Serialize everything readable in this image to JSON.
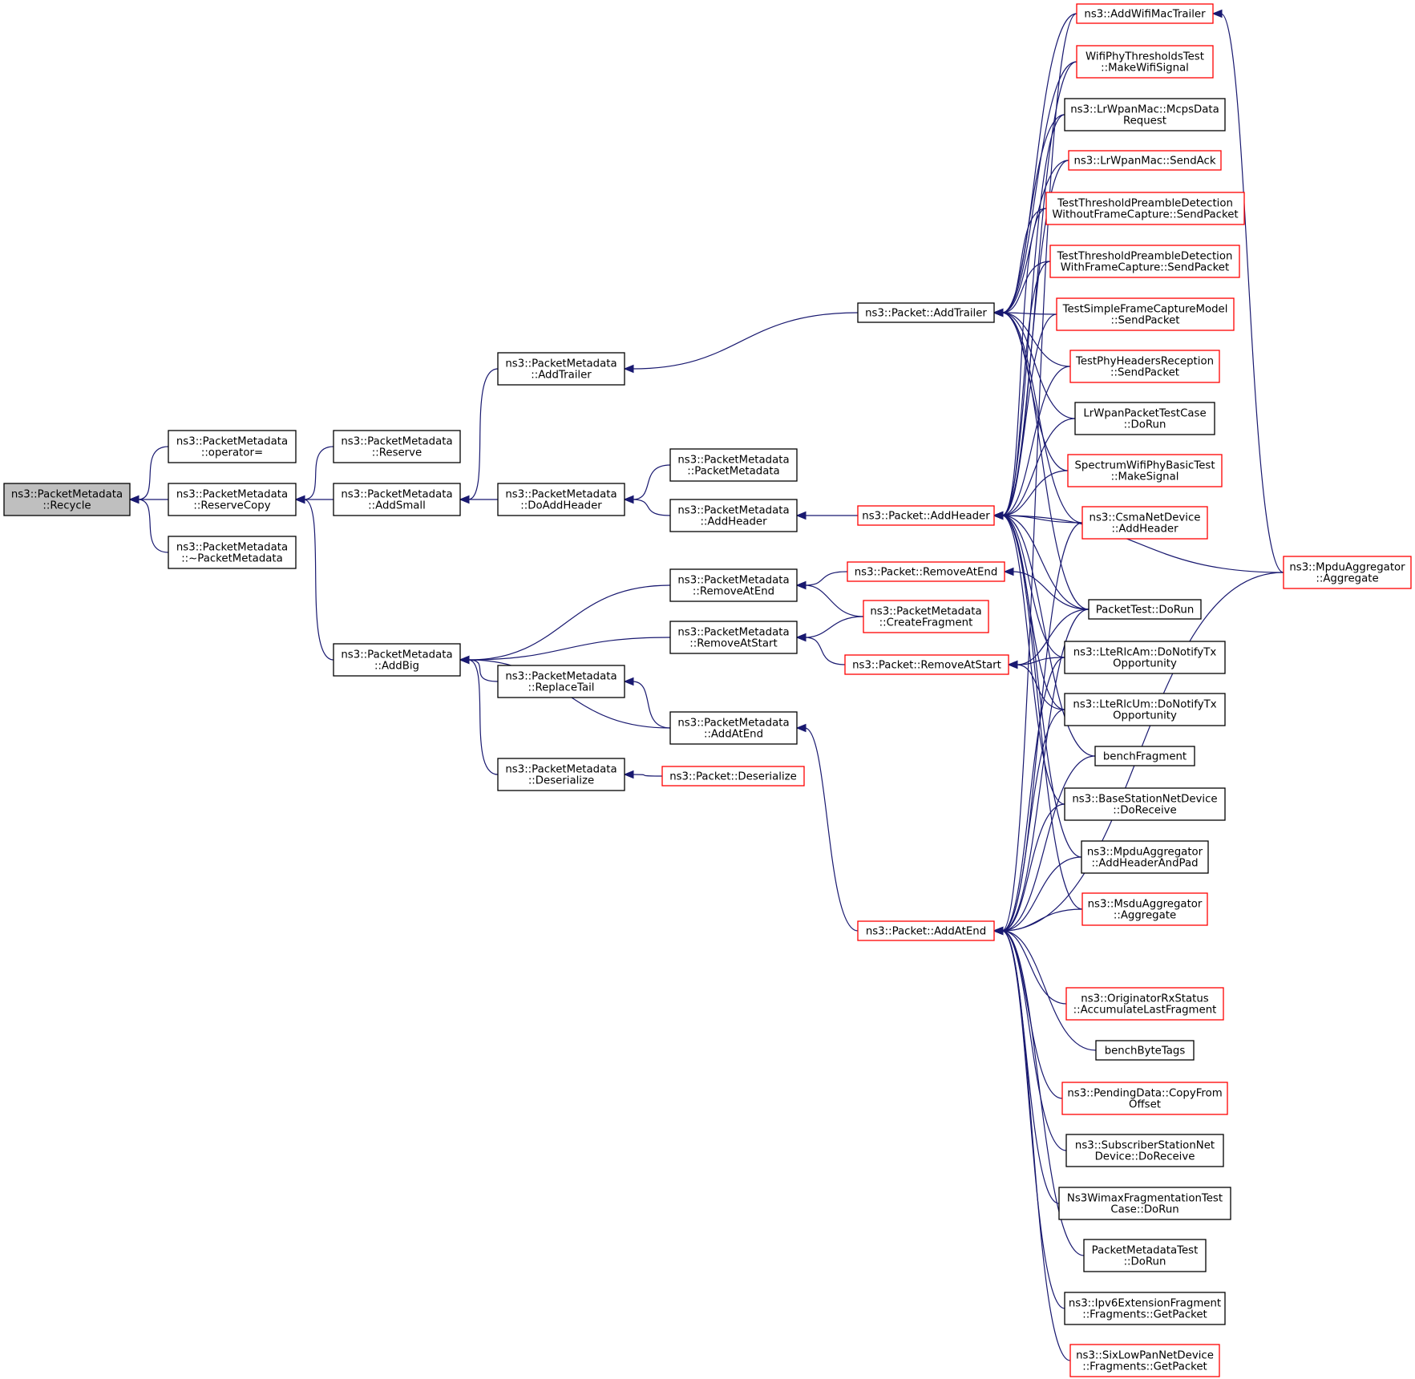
{
  "graph": {
    "colors": {
      "edge": "#191970",
      "highlight_border": "#ff0000",
      "normal_border": "#000000",
      "root_fill": "#bfbfbf"
    },
    "nodes": [
      {
        "id": "recycle",
        "lines": [
          "ns3::PacketMetadata",
          "::Recycle"
        ],
        "style": "root"
      },
      {
        "id": "operator_eq",
        "lines": [
          "ns3::PacketMetadata",
          "::operator="
        ],
        "style": "normal"
      },
      {
        "id": "reservecopy",
        "lines": [
          "ns3::PacketMetadata",
          "::ReserveCopy"
        ],
        "style": "normal"
      },
      {
        "id": "dtor",
        "lines": [
          "ns3::PacketMetadata",
          "::~PacketMetadata"
        ],
        "style": "normal"
      },
      {
        "id": "reserve",
        "lines": [
          "ns3::PacketMetadata",
          "::Reserve"
        ],
        "style": "normal"
      },
      {
        "id": "addsmall",
        "lines": [
          "ns3::PacketMetadata",
          "::AddSmall"
        ],
        "style": "normal"
      },
      {
        "id": "addbig",
        "lines": [
          "ns3::PacketMetadata",
          "::AddBig"
        ],
        "style": "normal"
      },
      {
        "id": "pm_addtrailer",
        "lines": [
          "ns3::PacketMetadata",
          "::AddTrailer"
        ],
        "style": "normal"
      },
      {
        "id": "doaddheader",
        "lines": [
          "ns3::PacketMetadata",
          "::DoAddHeader"
        ],
        "style": "normal"
      },
      {
        "id": "replacetail",
        "lines": [
          "ns3::PacketMetadata",
          "::ReplaceTail"
        ],
        "style": "normal"
      },
      {
        "id": "pm_deserialize",
        "lines": [
          "ns3::PacketMetadata",
          "::Deserialize"
        ],
        "style": "normal"
      },
      {
        "id": "pm_ctor",
        "lines": [
          "ns3::PacketMetadata",
          "::PacketMetadata"
        ],
        "style": "normal"
      },
      {
        "id": "pm_addheader",
        "lines": [
          "ns3::PacketMetadata",
          "::AddHeader"
        ],
        "style": "normal"
      },
      {
        "id": "pm_removeatend",
        "lines": [
          "ns3::PacketMetadata",
          "::RemoveAtEnd"
        ],
        "style": "normal"
      },
      {
        "id": "pm_removeatstart",
        "lines": [
          "ns3::PacketMetadata",
          "::RemoveAtStart"
        ],
        "style": "normal"
      },
      {
        "id": "pm_addatend",
        "lines": [
          "ns3::PacketMetadata",
          "::AddAtEnd"
        ],
        "style": "normal"
      },
      {
        "id": "p_deserialize",
        "lines": [
          "ns3::Packet::Deserialize"
        ],
        "style": "red"
      },
      {
        "id": "p_addtrailer",
        "lines": [
          "ns3::Packet::AddTrailer"
        ],
        "style": "normal"
      },
      {
        "id": "p_addheader",
        "lines": [
          "ns3::Packet::AddHeader"
        ],
        "style": "red"
      },
      {
        "id": "p_removeatend",
        "lines": [
          "ns3::Packet::RemoveAtEnd"
        ],
        "style": "red"
      },
      {
        "id": "pm_createfragment",
        "lines": [
          "ns3::PacketMetadata",
          "::CreateFragment"
        ],
        "style": "red"
      },
      {
        "id": "p_removeatstart",
        "lines": [
          "ns3::Packet::RemoveAtStart"
        ],
        "style": "red"
      },
      {
        "id": "p_addatend",
        "lines": [
          "ns3::Packet::AddAtEnd"
        ],
        "style": "red"
      },
      {
        "id": "addwifimactrailer",
        "lines": [
          "ns3::AddWifiMacTrailer"
        ],
        "style": "red"
      },
      {
        "id": "wifithreshtest",
        "lines": [
          "WifiPhyThresholdsTest",
          "::MakeWifiSignal"
        ],
        "style": "red"
      },
      {
        "id": "mcpsdatarequest",
        "lines": [
          "ns3::LrWpanMac::McpsData",
          "Request"
        ],
        "style": "normal"
      },
      {
        "id": "sendack",
        "lines": [
          "ns3::LrWpanMac::SendAck"
        ],
        "style": "red"
      },
      {
        "id": "ttpd_without",
        "lines": [
          "TestThresholdPreambleDetection",
          "WithoutFrameCapture::SendPacket"
        ],
        "style": "red"
      },
      {
        "id": "ttpd_with",
        "lines": [
          "TestThresholdPreambleDetection",
          "WithFrameCapture::SendPacket"
        ],
        "style": "red"
      },
      {
        "id": "tsfcm",
        "lines": [
          "TestSimpleFrameCaptureModel",
          "::SendPacket"
        ],
        "style": "red"
      },
      {
        "id": "tphr",
        "lines": [
          "TestPhyHeadersReception",
          "::SendPacket"
        ],
        "style": "red"
      },
      {
        "id": "lrwpantest",
        "lines": [
          "LrWpanPacketTestCase",
          "::DoRun"
        ],
        "style": "normal"
      },
      {
        "id": "swpbt",
        "lines": [
          "SpectrumWifiPhyBasicTest",
          "::MakeSignal"
        ],
        "style": "red"
      },
      {
        "id": "csma_addheader",
        "lines": [
          "ns3::CsmaNetDevice",
          "::AddHeader"
        ],
        "style": "red"
      },
      {
        "id": "packettest",
        "lines": [
          "PacketTest::DoRun"
        ],
        "style": "normal"
      },
      {
        "id": "lterlcam",
        "lines": [
          "ns3::LteRlcAm::DoNotifyTx",
          "Opportunity"
        ],
        "style": "normal"
      },
      {
        "id": "lterlcum",
        "lines": [
          "ns3::LteRlcUm::DoNotifyTx",
          "Opportunity"
        ],
        "style": "normal"
      },
      {
        "id": "benchfragment",
        "lines": [
          "benchFragment"
        ],
        "style": "normal"
      },
      {
        "id": "bsnd_doreceive",
        "lines": [
          "ns3::BaseStationNetDevice",
          "::DoReceive"
        ],
        "style": "normal"
      },
      {
        "id": "mpdu_addheaderandpad",
        "lines": [
          "ns3::MpduAggregator",
          "::AddHeaderAndPad"
        ],
        "style": "normal"
      },
      {
        "id": "msdu_aggregate",
        "lines": [
          "ns3::MsduAggregator",
          "::Aggregate"
        ],
        "style": "red"
      },
      {
        "id": "orx_accumulate",
        "lines": [
          "ns3::OriginatorRxStatus",
          "::AccumulateLastFragment"
        ],
        "style": "red"
      },
      {
        "id": "benchbytetags",
        "lines": [
          "benchByteTags"
        ],
        "style": "normal"
      },
      {
        "id": "pendingdata",
        "lines": [
          "ns3::PendingData::CopyFrom",
          "Offset"
        ],
        "style": "red"
      },
      {
        "id": "ssnd_doreceive",
        "lines": [
          "ns3::SubscriberStationNet",
          "Device::DoReceive"
        ],
        "style": "normal"
      },
      {
        "id": "wimaxfragtest",
        "lines": [
          "Ns3WimaxFragmentationTest",
          "Case::DoRun"
        ],
        "style": "normal"
      },
      {
        "id": "pmtest",
        "lines": [
          "PacketMetadataTest",
          "::DoRun"
        ],
        "style": "normal"
      },
      {
        "id": "ipv6frag",
        "lines": [
          "ns3::Ipv6ExtensionFragment",
          "::Fragments::GetPacket"
        ],
        "style": "normal"
      },
      {
        "id": "sixlowpan",
        "lines": [
          "ns3::SixLowPanNetDevice",
          "::Fragments::GetPacket"
        ],
        "style": "red"
      },
      {
        "id": "mpdu_aggregate",
        "lines": [
          "ns3::MpduAggregator",
          "::Aggregate"
        ],
        "style": "red"
      }
    ],
    "edges": [
      [
        "recycle",
        "operator_eq"
      ],
      [
        "recycle",
        "reservecopy"
      ],
      [
        "recycle",
        "dtor"
      ],
      [
        "reservecopy",
        "reserve"
      ],
      [
        "reservecopy",
        "addsmall"
      ],
      [
        "reservecopy",
        "addbig"
      ],
      [
        "addsmall",
        "pm_addtrailer"
      ],
      [
        "addsmall",
        "doaddheader"
      ],
      [
        "addbig",
        "pm_removeatend"
      ],
      [
        "addbig",
        "pm_removeatstart"
      ],
      [
        "addbig",
        "replacetail"
      ],
      [
        "addbig",
        "pm_addatend"
      ],
      [
        "addbig",
        "pm_deserialize"
      ],
      [
        "pm_addtrailer",
        "p_addtrailer"
      ],
      [
        "doaddheader",
        "pm_ctor"
      ],
      [
        "doaddheader",
        "pm_addheader"
      ],
      [
        "pm_addheader",
        "p_addheader"
      ],
      [
        "pm_removeatend",
        "p_removeatend"
      ],
      [
        "pm_removeatend",
        "pm_createfragment"
      ],
      [
        "pm_removeatstart",
        "pm_createfragment"
      ],
      [
        "pm_removeatstart",
        "p_removeatstart"
      ],
      [
        "replacetail",
        "pm_addatend"
      ],
      [
        "pm_addatend",
        "p_addatend"
      ],
      [
        "pm_deserialize",
        "p_deserialize"
      ],
      [
        "p_addtrailer",
        "addwifimactrailer"
      ],
      [
        "p_addtrailer",
        "wifithreshtest"
      ],
      [
        "p_addtrailer",
        "mcpsdatarequest"
      ],
      [
        "p_addtrailer",
        "sendack"
      ],
      [
        "p_addtrailer",
        "ttpd_without"
      ],
      [
        "p_addtrailer",
        "ttpd_with"
      ],
      [
        "p_addtrailer",
        "tsfcm"
      ],
      [
        "p_addtrailer",
        "tphr"
      ],
      [
        "p_addtrailer",
        "lrwpantest"
      ],
      [
        "p_addtrailer",
        "swpbt"
      ],
      [
        "p_addtrailer",
        "csma_addheader"
      ],
      [
        "p_addtrailer",
        "packettest"
      ],
      [
        "p_addheader",
        "wifithreshtest"
      ],
      [
        "p_addheader",
        "mcpsdatarequest"
      ],
      [
        "p_addheader",
        "sendack"
      ],
      [
        "p_addheader",
        "ttpd_without"
      ],
      [
        "p_addheader",
        "ttpd_with"
      ],
      [
        "p_addheader",
        "tsfcm"
      ],
      [
        "p_addheader",
        "tphr"
      ],
      [
        "p_addheader",
        "lrwpantest"
      ],
      [
        "p_addheader",
        "swpbt"
      ],
      [
        "p_addheader",
        "csma_addheader"
      ],
      [
        "p_addheader",
        "mpdu_aggregate"
      ],
      [
        "p_addheader",
        "packettest"
      ],
      [
        "p_addheader",
        "lterlcam"
      ],
      [
        "p_addheader",
        "lterlcum"
      ],
      [
        "p_addheader",
        "benchfragment"
      ],
      [
        "p_addheader",
        "bsnd_doreceive"
      ],
      [
        "p_addheader",
        "mpdu_addheaderandpad"
      ],
      [
        "p_addheader",
        "msdu_aggregate"
      ],
      [
        "p_removeatend",
        "packettest"
      ],
      [
        "p_removeatstart",
        "packettest"
      ],
      [
        "p_removeatstart",
        "lterlcam"
      ],
      [
        "p_removeatstart",
        "lterlcum"
      ],
      [
        "p_addatend",
        "addwifimactrailer"
      ],
      [
        "p_addatend",
        "csma_addheader"
      ],
      [
        "p_addatend",
        "packettest"
      ],
      [
        "p_addatend",
        "lterlcam"
      ],
      [
        "p_addatend",
        "lterlcum"
      ],
      [
        "p_addatend",
        "benchfragment"
      ],
      [
        "p_addatend",
        "bsnd_doreceive"
      ],
      [
        "p_addatend",
        "mpdu_addheaderandpad"
      ],
      [
        "p_addatend",
        "msdu_aggregate"
      ],
      [
        "p_addatend",
        "mpdu_aggregate"
      ],
      [
        "p_addatend",
        "orx_accumulate"
      ],
      [
        "p_addatend",
        "benchbytetags"
      ],
      [
        "p_addatend",
        "pendingdata"
      ],
      [
        "p_addatend",
        "ssnd_doreceive"
      ],
      [
        "p_addatend",
        "wimaxfragtest"
      ],
      [
        "p_addatend",
        "pmtest"
      ],
      [
        "p_addatend",
        "ipv6frag"
      ],
      [
        "p_addatend",
        "sixlowpan"
      ],
      [
        "addwifimactrailer",
        "mpdu_aggregate"
      ]
    ]
  }
}
